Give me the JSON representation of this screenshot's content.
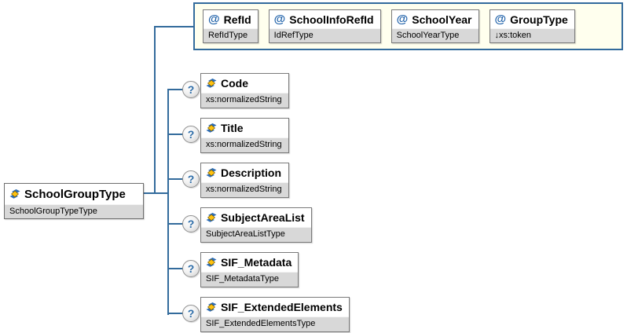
{
  "diagram": {
    "attribute_marker": "@",
    "optional_marker": "?",
    "root": {
      "name": "SchoolGroupType",
      "type": "SchoolGroupTypeType"
    },
    "attributes": [
      {
        "name": "RefId",
        "type": "RefIdType"
      },
      {
        "name": "SchoolInfoRefId",
        "type": "IdRefType"
      },
      {
        "name": "SchoolYear",
        "type": "SchoolYearType"
      },
      {
        "name": "GroupType",
        "type": "↓xs:token"
      }
    ],
    "children": [
      {
        "name": "Code",
        "type": "xs:normalizedString"
      },
      {
        "name": "Title",
        "type": "xs:normalizedString"
      },
      {
        "name": "Description",
        "type": "xs:normalizedString"
      },
      {
        "name": "SubjectAreaList",
        "type": "SubjectAreaListType"
      },
      {
        "name": "SIF_Metadata",
        "type": "SIF_MetadataType"
      },
      {
        "name": "SIF_ExtendedElements",
        "type": "SIF_ExtendedElementsType"
      }
    ],
    "colors": {
      "connector": "#336B9C",
      "attr_group_bg": "#FFFFEE",
      "box_border": "#7A7A7A",
      "subtitle_bg": "#D8D8D8",
      "at_symbol": "#1C5FA8",
      "question_mark": "#2E6DA8",
      "icon_yellow": "#FFC20E",
      "icon_blue": "#2E6DB4"
    }
  }
}
